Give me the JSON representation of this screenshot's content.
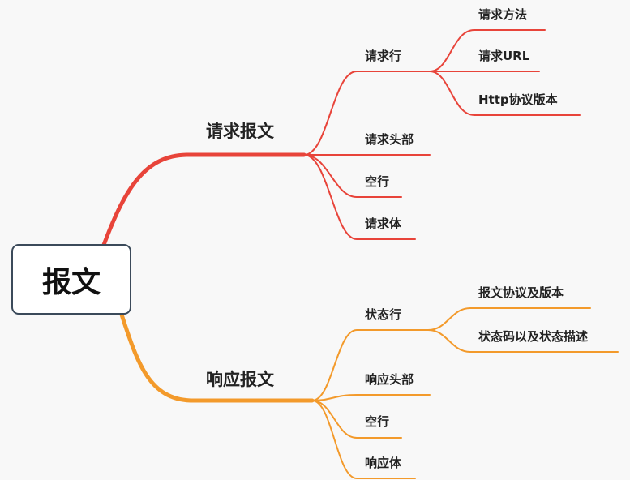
{
  "root": {
    "label": "报文"
  },
  "branches": [
    {
      "label": "请求报文",
      "color": "#e8443a",
      "children": [
        {
          "label": "请求行",
          "children": [
            "请求方法",
            "请求URL",
            "Http协议版本"
          ]
        },
        {
          "label": "请求头部"
        },
        {
          "label": "空行"
        },
        {
          "label": "请求体"
        }
      ]
    },
    {
      "label": "响应报文",
      "color": "#f39a2b",
      "children": [
        {
          "label": "状态行",
          "children": [
            "报文协议及版本",
            "状态码以及状态描述"
          ]
        },
        {
          "label": "响应头部"
        },
        {
          "label": "空行"
        },
        {
          "label": "响应体"
        }
      ]
    }
  ]
}
